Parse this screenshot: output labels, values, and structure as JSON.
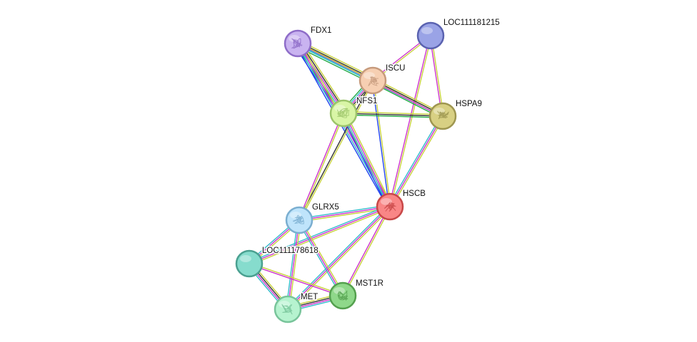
{
  "evidence_colors": {
    "textmining": "#c8d23c",
    "coexpression": "#333333",
    "experiments": "#cc33cc",
    "databases": "#33bbcc",
    "neighborhood": "#22aa44",
    "cooccurrence": "#2244ee"
  },
  "nodes": [
    {
      "id": "FDX1",
      "label": "FDX1",
      "fill": "#c9b3f0",
      "stroke": "#8e6cc8",
      "structure": true
    },
    {
      "id": "LOC111181215",
      "label": "LOC111181215",
      "fill": "#9aa3e6",
      "stroke": "#5a62b0",
      "structure": false
    },
    {
      "id": "ISCU",
      "label": "ISCU",
      "fill": "#f6cfb2",
      "stroke": "#c69a7c",
      "structure": true
    },
    {
      "id": "NFS1",
      "label": "NFS1",
      "fill": "#d9f5a6",
      "stroke": "#9cc46a",
      "structure": true
    },
    {
      "id": "HSPA9",
      "label": "HSPA9",
      "fill": "#d8d083",
      "stroke": "#9e9650",
      "structure": true
    },
    {
      "id": "HSCB",
      "label": "HSCB",
      "fill": "#f98686",
      "stroke": "#c84848",
      "structure": true
    },
    {
      "id": "GLRX5",
      "label": "GLRX5",
      "fill": "#bfe4fb",
      "stroke": "#7aaed0",
      "structure": true
    },
    {
      "id": "LOC111178618",
      "label": "LOC111178618",
      "fill": "#86dccd",
      "stroke": "#4aa090",
      "structure": false
    },
    {
      "id": "MET",
      "label": "MET",
      "fill": "#b6f3cf",
      "stroke": "#78c49a",
      "structure": true
    },
    {
      "id": "MST1R",
      "label": "MST1R",
      "fill": "#8fd88a",
      "stroke": "#54a04e",
      "structure": true
    }
  ],
  "edges": [
    {
      "source": "FDX1",
      "target": "ISCU",
      "evidence": [
        "textmining",
        "coexpression",
        "experiments",
        "databases",
        "neighborhood"
      ]
    },
    {
      "source": "FDX1",
      "target": "NFS1",
      "evidence": [
        "textmining",
        "coexpression",
        "experiments",
        "databases",
        "neighborhood",
        "cooccurrence"
      ]
    },
    {
      "source": "FDX1",
      "target": "HSCB",
      "evidence": [
        "textmining",
        "experiments",
        "databases",
        "cooccurrence"
      ]
    },
    {
      "source": "FDX1",
      "target": "HSPA9",
      "evidence": [
        "textmining",
        "databases"
      ]
    },
    {
      "source": "LOC111181215",
      "target": "ISCU",
      "evidence": [
        "textmining",
        "experiments"
      ]
    },
    {
      "source": "LOC111181215",
      "target": "HSPA9",
      "evidence": [
        "textmining",
        "experiments"
      ]
    },
    {
      "source": "LOC111181215",
      "target": "HSCB",
      "evidence": [
        "textmining",
        "experiments"
      ]
    },
    {
      "source": "ISCU",
      "target": "NFS1",
      "evidence": [
        "textmining",
        "coexpression",
        "experiments",
        "databases",
        "neighborhood"
      ]
    },
    {
      "source": "ISCU",
      "target": "HSPA9",
      "evidence": [
        "textmining",
        "coexpression",
        "experiments",
        "neighborhood"
      ]
    },
    {
      "source": "ISCU",
      "target": "HSCB",
      "evidence": [
        "textmining",
        "cooccurrence"
      ]
    },
    {
      "source": "ISCU",
      "target": "GLRX5",
      "evidence": [
        "textmining",
        "coexpression"
      ]
    },
    {
      "source": "NFS1",
      "target": "HSPA9",
      "evidence": [
        "textmining",
        "coexpression",
        "neighborhood"
      ]
    },
    {
      "source": "NFS1",
      "target": "HSCB",
      "evidence": [
        "textmining",
        "experiments",
        "databases",
        "cooccurrence"
      ]
    },
    {
      "source": "NFS1",
      "target": "GLRX5",
      "evidence": [
        "textmining",
        "experiments"
      ]
    },
    {
      "source": "HSPA9",
      "target": "HSCB",
      "evidence": [
        "textmining",
        "experiments",
        "databases"
      ]
    },
    {
      "source": "HSCB",
      "target": "GLRX5",
      "evidence": [
        "textmining",
        "experiments",
        "databases"
      ]
    },
    {
      "source": "HSCB",
      "target": "LOC111178618",
      "evidence": [
        "textmining",
        "experiments",
        "databases"
      ]
    },
    {
      "source": "HSCB",
      "target": "MET",
      "evidence": [
        "textmining",
        "experiments",
        "databases"
      ]
    },
    {
      "source": "HSCB",
      "target": "MST1R",
      "evidence": [
        "textmining",
        "experiments"
      ]
    },
    {
      "source": "GLRX5",
      "target": "LOC111178618",
      "evidence": [
        "textmining",
        "experiments",
        "databases"
      ]
    },
    {
      "source": "GLRX5",
      "target": "MET",
      "evidence": [
        "textmining",
        "experiments",
        "databases"
      ]
    },
    {
      "source": "GLRX5",
      "target": "MST1R",
      "evidence": [
        "textmining",
        "experiments",
        "databases"
      ]
    },
    {
      "source": "LOC111178618",
      "target": "MET",
      "evidence": [
        "textmining",
        "coexpression",
        "experiments",
        "databases"
      ]
    },
    {
      "source": "LOC111178618",
      "target": "MST1R",
      "evidence": [
        "textmining",
        "experiments"
      ]
    },
    {
      "source": "MET",
      "target": "MST1R",
      "evidence": [
        "textmining",
        "coexpression",
        "experiments",
        "databases"
      ]
    }
  ]
}
